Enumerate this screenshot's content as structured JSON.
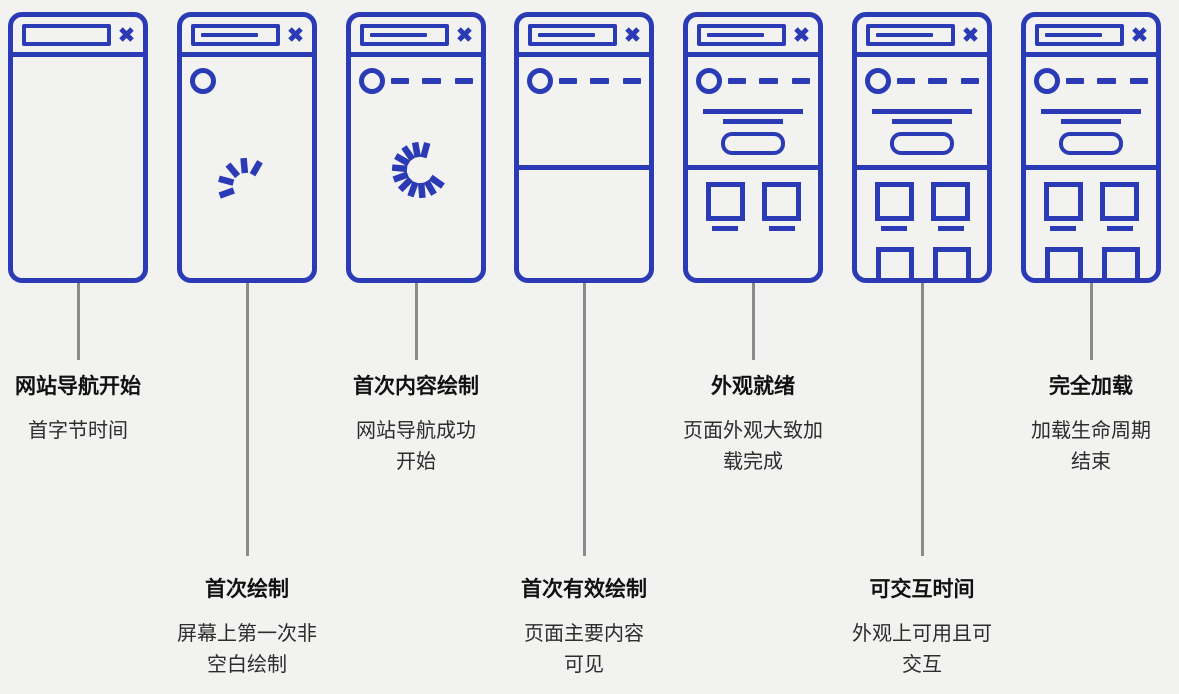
{
  "page": {
    "background": "#F2F2F1",
    "accent_blue": "#2B3AB5",
    "connector_color": "#8B8B8B",
    "icons": [
      "close-icon",
      "favicon-circle-icon",
      "nav-dash-icon",
      "loading-spinner-icon"
    ]
  },
  "stages": [
    {
      "title": "网站导航开始",
      "desc_line1": "首字节时间",
      "desc_line2": "",
      "label_row": "top",
      "window_state": {
        "address_line": false,
        "favicon": false,
        "nav_dashes": false,
        "spinner": "none",
        "divider": false,
        "hero": false,
        "cards": false,
        "bottom_cards": false
      }
    },
    {
      "title": "首次绘制",
      "desc_line1": "屏幕上第一次非",
      "desc_line2": "空白绘制",
      "label_row": "bottom",
      "window_state": {
        "address_line": true,
        "favicon": true,
        "nav_dashes": false,
        "spinner": "partial",
        "divider": false,
        "hero": false,
        "cards": false,
        "bottom_cards": false
      }
    },
    {
      "title": "首次内容绘制",
      "desc_line1": "网站导航成功",
      "desc_line2": "开始",
      "label_row": "top",
      "window_state": {
        "address_line": true,
        "favicon": true,
        "nav_dashes": true,
        "spinner": "full",
        "divider": false,
        "hero": false,
        "cards": false,
        "bottom_cards": false
      }
    },
    {
      "title": "首次有效绘制",
      "desc_line1": "页面主要内容",
      "desc_line2": "可见",
      "label_row": "bottom",
      "window_state": {
        "address_line": true,
        "favicon": true,
        "nav_dashes": true,
        "spinner": "none",
        "divider": true,
        "hero": false,
        "cards": false,
        "bottom_cards": false
      }
    },
    {
      "title": "外观就绪",
      "desc_line1": "页面外观大致加",
      "desc_line2": "载完成",
      "label_row": "top",
      "window_state": {
        "address_line": true,
        "favicon": true,
        "nav_dashes": true,
        "spinner": "none",
        "divider": true,
        "hero": true,
        "cards": true,
        "bottom_cards": false
      }
    },
    {
      "title": "可交互时间",
      "desc_line1": "外观上可用且可",
      "desc_line2": "交互",
      "label_row": "bottom",
      "window_state": {
        "address_line": true,
        "favicon": true,
        "nav_dashes": true,
        "spinner": "none",
        "divider": true,
        "hero": true,
        "cards": true,
        "bottom_cards": true
      }
    },
    {
      "title": "完全加载",
      "desc_line1": "加载生命周期",
      "desc_line2": "结束",
      "label_row": "top",
      "window_state": {
        "address_line": true,
        "favicon": true,
        "nav_dashes": true,
        "spinner": "none",
        "divider": true,
        "hero": true,
        "cards": true,
        "bottom_cards": true
      }
    }
  ]
}
